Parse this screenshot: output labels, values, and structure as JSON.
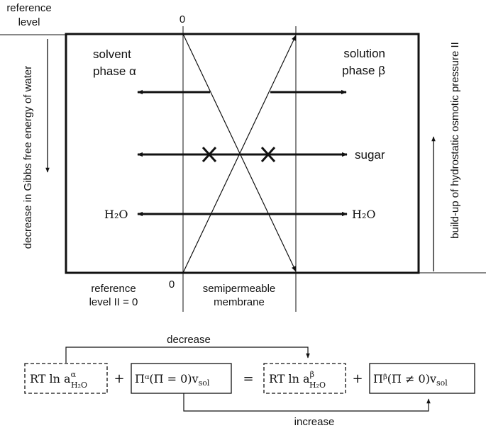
{
  "labels": {
    "reference_level_top_line1": "reference",
    "reference_level_top_line2": "level",
    "zero_top": "0",
    "zero_bottom": "0",
    "left_axis": "decrease in Gibbs free energy of water",
    "right_axis": "build-up of hydrostatic osmotic pressure II",
    "solvent_line1": "solvent",
    "solvent_line2": "phase α",
    "solution_line1": "solution",
    "solution_line2": "phase β",
    "sugar": "sugar",
    "water_left": "H₂O",
    "water_right": "H₂O",
    "reference_level_bottom_line1": "reference",
    "reference_level_bottom_line2": "level II = 0",
    "membrane_line1": "semipermeable",
    "membrane_line2": "membrane",
    "decrease": "decrease",
    "increase": "increase"
  },
  "equation": {
    "term1": "RT ln a",
    "term1_sup": "α",
    "term1_sub": "H₂O",
    "plus1": "+",
    "term2": "Πᵅ(Π = 0)v",
    "term2_sub": "sol",
    "equals": "=",
    "term3": "RT ln a",
    "term3_sup": "β",
    "term3_sub": "H₂O",
    "plus2": "+",
    "term4": "Πᵝ(Π ≠ 0)v",
    "term4_sub": "sol"
  }
}
